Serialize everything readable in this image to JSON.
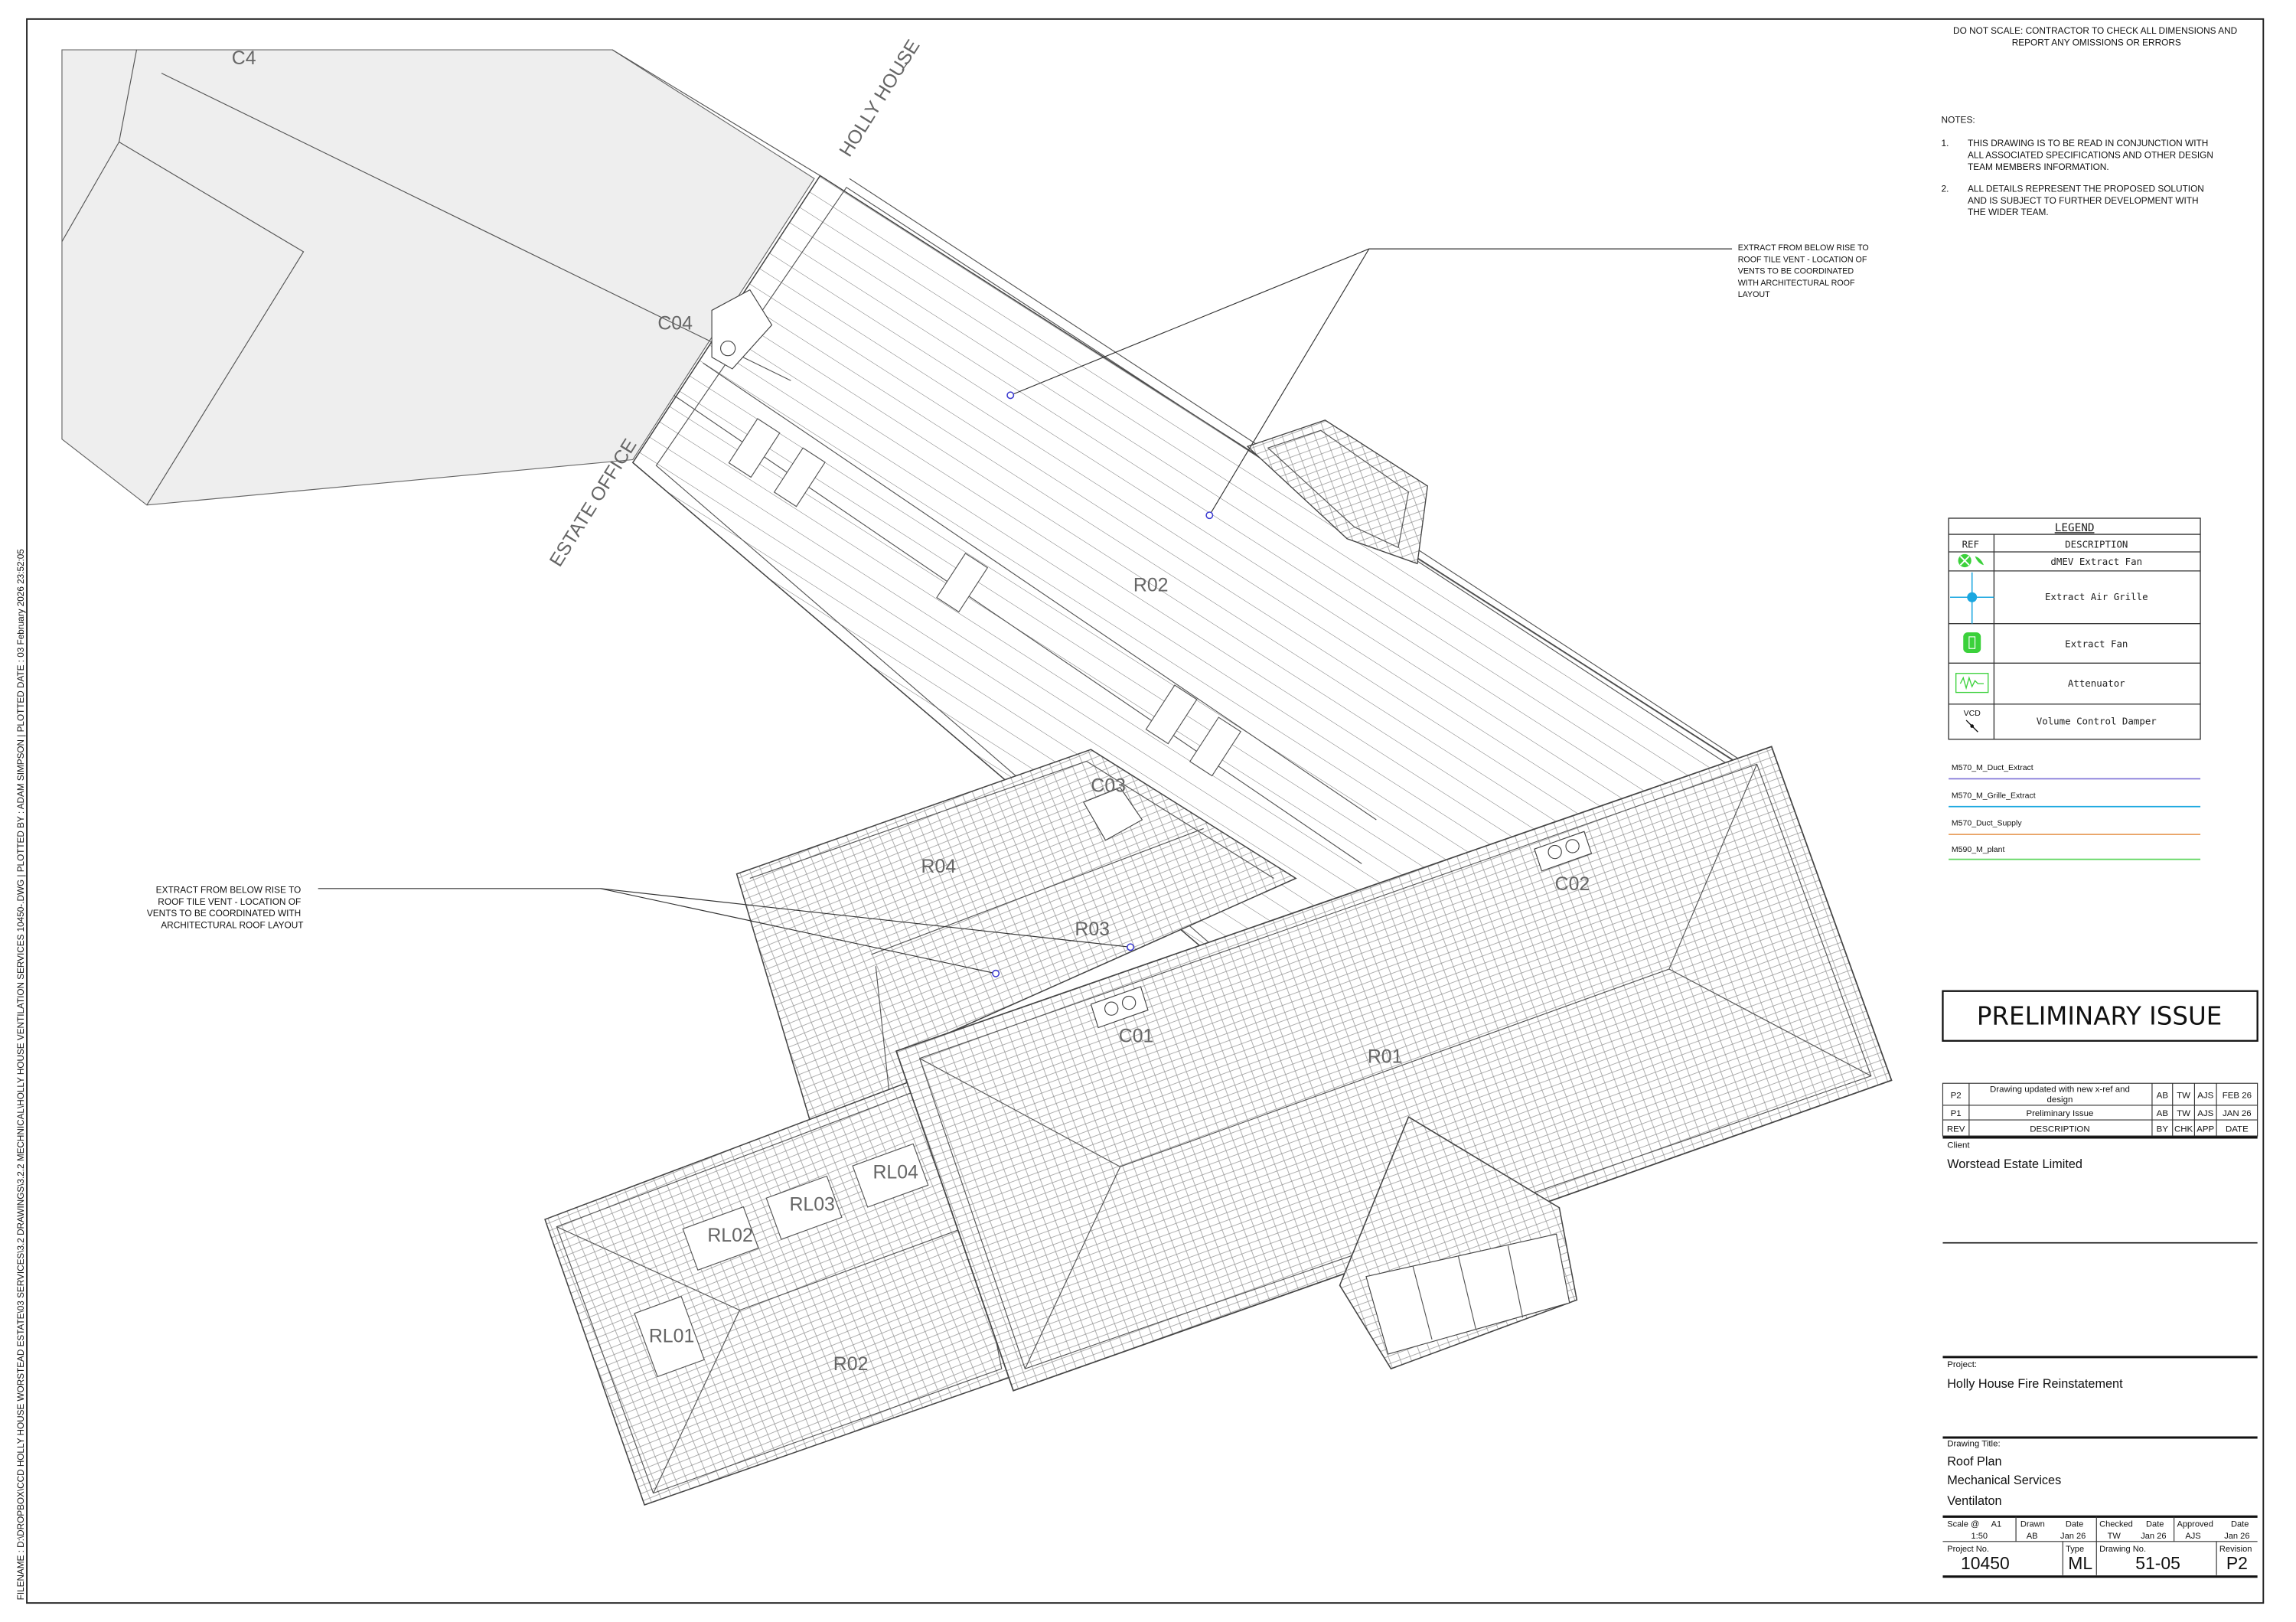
{
  "sheet": {
    "file_strip": "FILENAME : D:\\DROPBOX\\CCD HOLLY HOUSE WORSTEAD ESTATE\\03 SERVICES\\3.2 DRAWINGS\\3.2.2 MECHNICAL\\HOLLY HOUSE VENTILATION SERVICES 10450-.DWG   |   PLOTTED BY : ADAM SIMPSON   |   PLOTTED DATE : 03 February 2026 23:52:05"
  },
  "drawing": {
    "labels": {
      "c4": "C4",
      "c04": "C04",
      "holly_house": "HOLLY HOUSE",
      "estate_office": "ESTATE OFFICE",
      "r02_flat": "R02",
      "c03": "C03",
      "r04": "R04",
      "r03": "R03",
      "c02": "C02",
      "c01": "C01",
      "r01": "R01",
      "rl04": "RL04",
      "rl03": "RL03",
      "rl02": "RL02",
      "rl01": "RL01",
      "r02_pitched": "R02"
    },
    "annotation_right": [
      "EXTRACT FROM BELOW RISE TO",
      "ROOF TILE VENT - LOCATION OF",
      "VENTS TO BE COORDINATED",
      "WITH ARCHITECTURAL ROOF",
      "LAYOUT"
    ],
    "annotation_left": [
      "EXTRACT FROM BELOW RISE TO",
      "ROOF TILE VENT - LOCATION OF",
      "VENTS TO BE COORDINATED WITH",
      "ARCHITECTURAL ROOF LAYOUT"
    ],
    "vent_color": "#3a3ad0"
  },
  "notes": {
    "warning": [
      "DO NOT SCALE: CONTRACTOR TO CHECK ALL DIMENSIONS AND",
      "REPORT ANY OMISSIONS OR ERRORS"
    ],
    "heading": "NOTES:",
    "items": [
      {
        "num": "1.",
        "lines": [
          "THIS DRAWING IS TO BE READ IN CONJUNCTION WITH",
          "ALL ASSOCIATED SPECIFICATIONS AND OTHER DESIGN",
          "TEAM MEMBERS INFORMATION."
        ]
      },
      {
        "num": "2.",
        "lines": [
          "ALL DETAILS REPRESENT THE PROPOSED SOLUTION",
          "AND IS SUBJECT TO FURTHER DEVELOPMENT WITH",
          "THE WIDER TEAM."
        ]
      }
    ]
  },
  "legend": {
    "title": "LEGEND",
    "col_ref": "REF",
    "col_desc": "DESCRIPTION",
    "items": [
      {
        "icon": "dmev-fan-icon",
        "description": "dMEV Extract Fan"
      },
      {
        "icon": "extract-grille-icon",
        "description": "Extract Air Grille"
      },
      {
        "icon": "extract-fan-icon",
        "description": "Extract Fan"
      },
      {
        "icon": "attenuator-icon",
        "description": "Attenuator"
      },
      {
        "icon": "vcd-icon",
        "ref_text": "VCD",
        "description": "Volume Control Damper"
      }
    ],
    "colors": {
      "fan": "#3bd13b",
      "grille": "#1aa7e0"
    }
  },
  "layers": [
    {
      "name": "M570_M_Duct_Extract",
      "color": "#7b6fd6"
    },
    {
      "name": "M570_M_Grille_Extract",
      "color": "#1aa7e0"
    },
    {
      "name": "M570_Duct_Supply",
      "color": "#e8a060"
    },
    {
      "name": "M590_M_plant",
      "color": "#5cd65c"
    }
  ],
  "status": "PRELIMINARY ISSUE",
  "revisions": {
    "rows": [
      {
        "rev": "P2",
        "desc": [
          "Drawing updated with new x-ref and",
          "design"
        ],
        "by": "AB",
        "chk": "TW",
        "app": "AJS",
        "date": "FEB 26"
      },
      {
        "rev": "P1",
        "desc": [
          "Preliminary Issue"
        ],
        "by": "AB",
        "chk": "TW",
        "app": "AJS",
        "date": "JAN 26"
      }
    ],
    "header": {
      "rev": "REV",
      "desc": "DESCRIPTION",
      "by": "BY",
      "chk": "CHK",
      "app": "APP",
      "date": "DATE"
    }
  },
  "title_block": {
    "client_label": "Client",
    "client": "Worstead Estate Limited",
    "project_label": "Project:",
    "project": "Holly House Fire Reinstatement",
    "drawing_title_label": "Drawing Title:",
    "drawing_title": [
      "Roof Plan",
      "Mechanical Services",
      "Ventilaton"
    ],
    "scale_label": "Scale @",
    "sheet_size": "A1",
    "scale": "1:50",
    "drawn_label": "Drawn",
    "drawn": "AB",
    "drawn_date_label": "Date",
    "drawn_date": "Jan 26",
    "checked_label": "Checked",
    "checked": "TW",
    "checked_date_label": "Date",
    "checked_date": "Jan 26",
    "approved_label": "Approved",
    "approved": "AJS",
    "approved_date_label": "Date",
    "approved_date": "Jan 26",
    "project_no_label": "Project No.",
    "project_no": "10450",
    "type_label": "Type",
    "type": "ML",
    "drawing_no_label": "Drawing No.",
    "drawing_no": "51-05",
    "revision_label": "Revision",
    "revision": "P2"
  }
}
